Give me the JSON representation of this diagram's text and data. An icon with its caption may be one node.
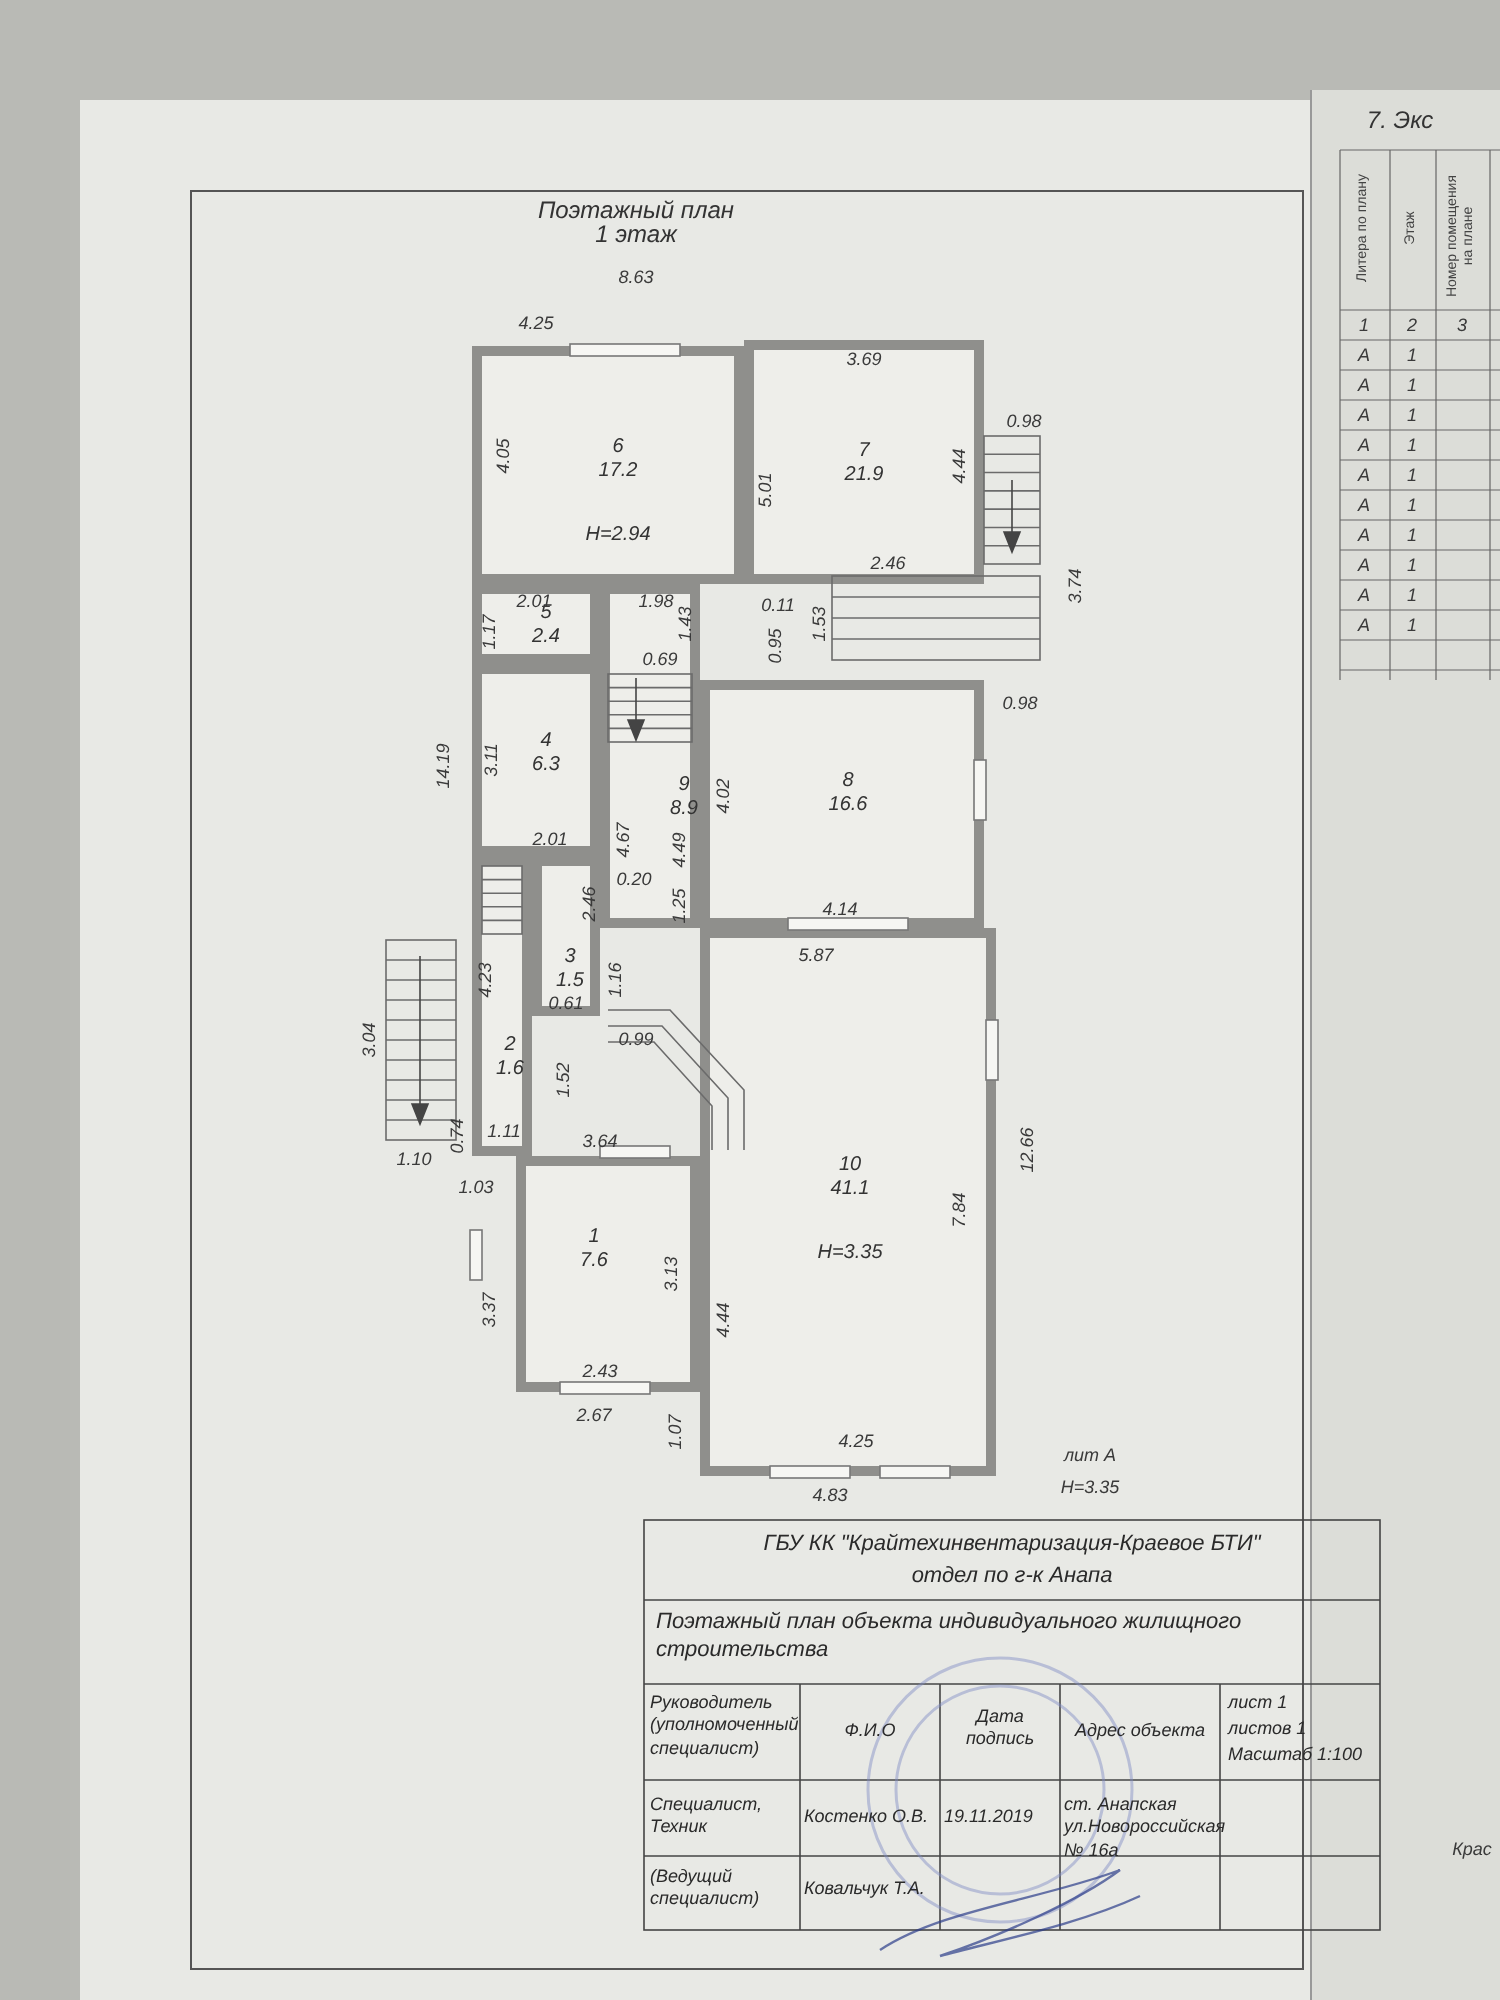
{
  "diagram": {
    "title": "Поэтажный план",
    "nodes": [
      {
        "text": [
          "6",
          "17.2",
          "Н=2.94"
        ]
      },
      {
        "text": [
          "7",
          "21.9"
        ]
      },
      {
        "text": [
          "5",
          "2.4"
        ]
      },
      {
        "text": [
          "9",
          "8.9"
        ]
      },
      {
        "text": [
          "4",
          "6.3"
        ]
      },
      {
        "text": [
          "8",
          "16.6"
        ]
      },
      {
        "text": [
          "3",
          "1.5"
        ]
      },
      {
        "text": [
          "10",
          "41.1",
          "Н=3.35"
        ]
      },
      {
        "text": [
          "2",
          "1.6"
        ]
      },
      {
        "text": [
          "1",
          "7.6"
        ]
      }
    ],
    "labels": [
      "1 этаж",
      "8.63",
      "4.25",
      "3.69",
      "4.05",
      "5.01",
      "4.44",
      "0.98",
      "2.46",
      "3.74",
      "2.01",
      "1.98",
      "0.11",
      "1.17",
      "1.43",
      "0.95",
      "1.53",
      "0.69",
      "0.98",
      "14.19",
      "3.11",
      "4.67",
      "4.49",
      "4.02",
      "2.01",
      "4.14",
      "0.20",
      "1.25",
      "5.87",
      "2.46",
      "4.23",
      "1.16",
      "0.61",
      "0.99",
      "3.04",
      "1.52",
      "1.11",
      "1.10",
      "0.74",
      "3.64",
      "12.66",
      "1.03",
      "7.84",
      "3.37",
      "3.13",
      "4.44",
      "2.43",
      "2.67",
      "1.07",
      "4.25",
      "4.83",
      "лит А",
      "Н=3.35",
      "ГБУ КК \"Крайтехинвентаризация-Краевое БТИ\"",
      "отдел по г-к Анапа",
      "Поэтажный план объекта индивидуального жилищного строительства",
      "Руководитель (уполномоченный специалист)",
      "Ф.И.О",
      "Дата подпись",
      "Адрес объекта",
      "лист 1",
      "листов 1",
      "Масштаб 1:100",
      "Специалист, Техник",
      "Костенко О.В.",
      "19.11.2019",
      "ст. Анапская ул.Новороссийская № 16а",
      "(Ведущий специалист)",
      "Ковальчук Т.А.",
      "7. Экс",
      "Литера по плану",
      "Этаж",
      "Номер помещения на плане",
      "1",
      "2",
      "3",
      "А",
      "1",
      "А",
      "1",
      "А",
      "1",
      "А",
      "1",
      "А",
      "1",
      "А",
      "1",
      "А",
      "1",
      "А",
      "1",
      "А",
      "1",
      "А",
      "1",
      "Крас"
    ]
  }
}
